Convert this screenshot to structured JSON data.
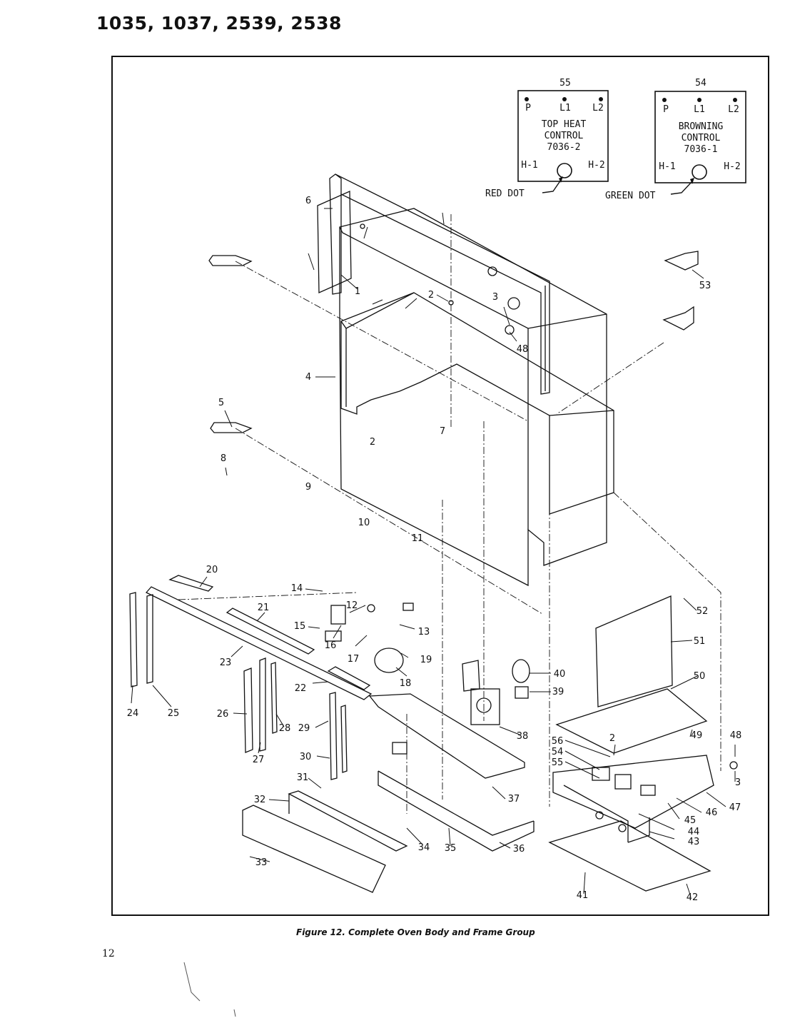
{
  "header": {
    "title": "1035, 1037, 2539, 2538"
  },
  "controls": [
    {
      "number": "55",
      "terminals": [
        "P",
        "L1",
        "L2",
        "H-1",
        "H-2"
      ],
      "name_lines": [
        "TOP HEAT",
        "CONTROL",
        "7036-2"
      ],
      "dot_label": "RED DOT"
    },
    {
      "number": "54",
      "terminals": [
        "P",
        "L1",
        "L2",
        "H-1",
        "H-2"
      ],
      "name_lines": [
        "BROWNING",
        "CONTROL",
        "7036-1"
      ],
      "dot_label": "GREEN DOT"
    }
  ],
  "callouts": [
    "1",
    "2",
    "3",
    "48",
    "4",
    "5",
    "6",
    "2",
    "7",
    "8",
    "9",
    "10",
    "11",
    "53",
    "20",
    "14",
    "12",
    "15",
    "16",
    "17",
    "13",
    "52",
    "21",
    "23",
    "19",
    "51",
    "18",
    "40",
    "22",
    "24",
    "25",
    "26",
    "28",
    "29",
    "39",
    "50",
    "27",
    "30",
    "38",
    "49",
    "48",
    "56",
    "2",
    "54",
    "31",
    "55",
    "32",
    "37",
    "3",
    "47",
    "46",
    "45",
    "44",
    "43",
    "34",
    "35",
    "36",
    "33",
    "41",
    "42"
  ],
  "caption": "Figure 12.  Complete Oven Body and Frame Group",
  "page_number": "12"
}
